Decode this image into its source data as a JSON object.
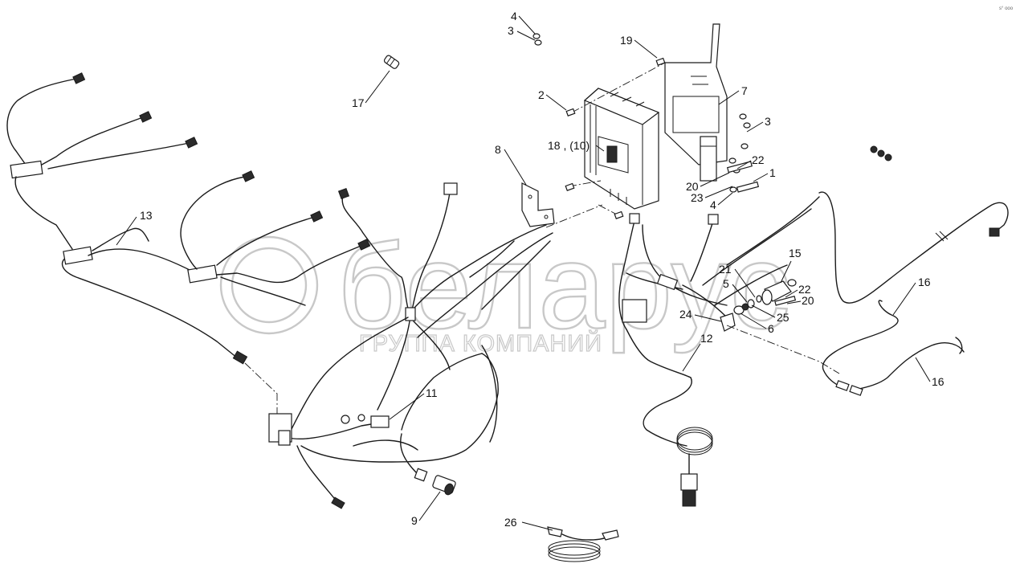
{
  "watermark": {
    "brand": "беларус",
    "subtitle": "ГРУППА КОМПАНИЙ"
  },
  "corner_code": "s° ooo",
  "callouts": [
    {
      "id": "c-4a",
      "label": "4"
    },
    {
      "id": "c-3a",
      "label": "3"
    },
    {
      "id": "c-17",
      "label": "17"
    },
    {
      "id": "c-19",
      "label": "19"
    },
    {
      "id": "c-2",
      "label": "2"
    },
    {
      "id": "c-7",
      "label": "7"
    },
    {
      "id": "c-3b",
      "label": "3"
    },
    {
      "id": "c-8",
      "label": "8"
    },
    {
      "id": "c-18",
      "label": "18 , (10)"
    },
    {
      "id": "c-22a",
      "label": "22"
    },
    {
      "id": "c-1",
      "label": "1"
    },
    {
      "id": "c-20a",
      "label": "20"
    },
    {
      "id": "c-23",
      "label": "23"
    },
    {
      "id": "c-4b",
      "label": "4"
    },
    {
      "id": "c-13",
      "label": "13"
    },
    {
      "id": "c-15",
      "label": "15"
    },
    {
      "id": "c-21",
      "label": "21"
    },
    {
      "id": "c-5",
      "label": "5"
    },
    {
      "id": "c-22b",
      "label": "22"
    },
    {
      "id": "c-20b",
      "label": "20"
    },
    {
      "id": "c-16a",
      "label": "16"
    },
    {
      "id": "c-24",
      "label": "24"
    },
    {
      "id": "c-25",
      "label": "25"
    },
    {
      "id": "c-6",
      "label": "6"
    },
    {
      "id": "c-12",
      "label": "12"
    },
    {
      "id": "c-16b",
      "label": "16"
    },
    {
      "id": "c-11",
      "label": "11"
    },
    {
      "id": "c-9",
      "label": "9"
    },
    {
      "id": "c-26",
      "label": "26"
    }
  ]
}
